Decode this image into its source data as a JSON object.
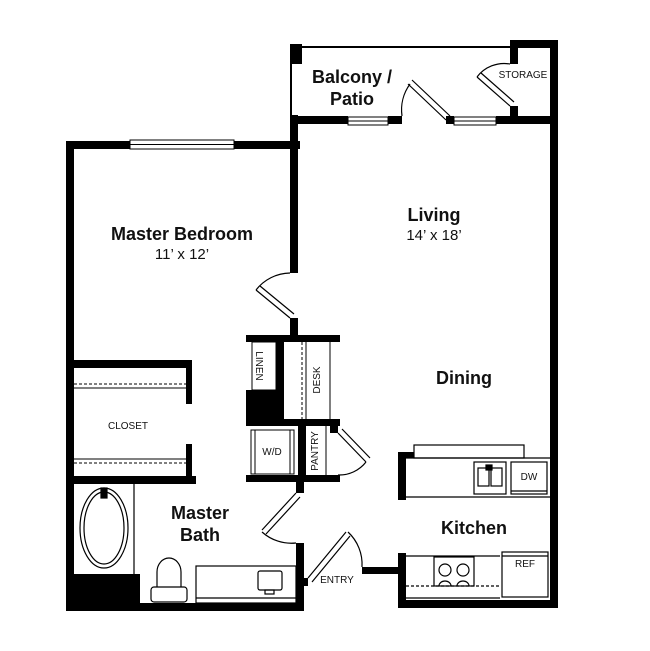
{
  "plan": {
    "colors": {
      "wall": "#000000",
      "background": "#ffffff",
      "text": "#111111"
    },
    "rooms": {
      "balcony": {
        "name_line1": "Balcony /",
        "name_line2": "Patio"
      },
      "storage": {
        "name": "STORAGE"
      },
      "master_bedroom": {
        "name": "Master Bedroom",
        "dimensions": "11’ x 12’"
      },
      "living": {
        "name": "Living",
        "dimensions": "14’ x 18’"
      },
      "dining": {
        "name": "Dining"
      },
      "closet": {
        "name": "CLOSET"
      },
      "linen": {
        "name": "LINEN"
      },
      "desk": {
        "name": "DESK"
      },
      "washer_dryer": {
        "name": "W/D"
      },
      "pantry": {
        "name": "PANTRY"
      },
      "master_bath": {
        "name_line1": "Master",
        "name_line2": "Bath"
      },
      "kitchen": {
        "name": "Kitchen"
      },
      "entry": {
        "name": "ENTRY"
      }
    },
    "appliances": {
      "dishwasher": "DW",
      "refrigerator": "REF"
    }
  }
}
